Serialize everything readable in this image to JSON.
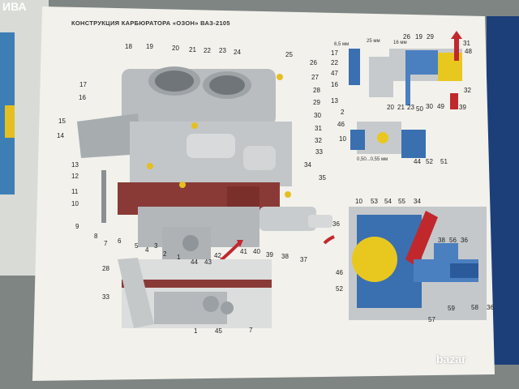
{
  "title": "КОНСТРУКЦИЯ КАРБЮРАТОРА «ОЗОН» ВАЗ-2105",
  "watermarks": [
    "ИВА",
    "bazar"
  ],
  "dimensions": [
    "6,5 мм",
    "25 мм",
    "16 мм",
    "0,50...0,55 мм"
  ],
  "callouts": {
    "main": [
      "18",
      "19",
      "20",
      "21",
      "22",
      "23",
      "24",
      "25",
      "26",
      "27",
      "28",
      "29",
      "30",
      "31",
      "32",
      "33",
      "34",
      "35",
      "36",
      "37",
      "38",
      "39",
      "40",
      "41",
      "42",
      "43",
      "44",
      "1",
      "2",
      "3",
      "4",
      "5",
      "6",
      "7",
      "8",
      "9",
      "10",
      "11",
      "12",
      "13",
      "14",
      "15",
      "16",
      "17"
    ],
    "top_right": [
      "17",
      "22",
      "47",
      "16",
      "13",
      "2",
      "46",
      "10",
      "26",
      "19",
      "29",
      "31",
      "48",
      "32",
      "39",
      "49",
      "30",
      "23",
      "20",
      "21",
      "50",
      "44",
      "52",
      "51"
    ],
    "bottom_left": [
      "28",
      "33",
      "1",
      "45",
      "7"
    ],
    "bottom_right": [
      "10",
      "53",
      "54",
      "55",
      "34",
      "46",
      "52",
      "38",
      "56",
      "57",
      "58",
      "59",
      "36"
    ]
  },
  "colors": {
    "paper": "#f2f1ec",
    "metal": "#c9ccce",
    "red": "#b7262b",
    "yellow": "#e8c81e",
    "blue": "#3a6fb0",
    "brown": "#8a4a3a"
  }
}
